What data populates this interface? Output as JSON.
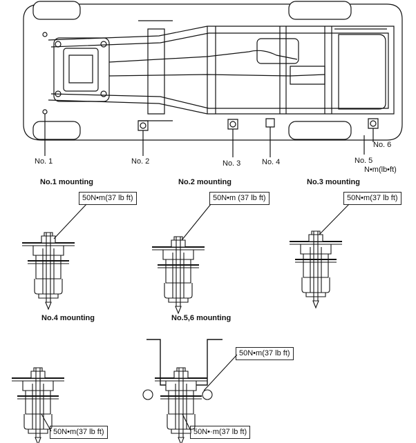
{
  "chassis": {
    "mount_labels": [
      "No. 1",
      "No. 2",
      "No. 3",
      "No. 4",
      "No. 5",
      "No. 6"
    ],
    "units": "N•m(lb•ft)"
  },
  "mountings": [
    {
      "title": "No.1 mounting",
      "torque": "50N•m(37 lb ft)"
    },
    {
      "title": "No.2 mounting",
      "torque": "50N•m (37 lb ft)"
    },
    {
      "title": "No.3 mounting",
      "torque": "50N•m(37 lb ft)"
    },
    {
      "title": "No.4 mounting",
      "torque": "50N•m(37 lb ft)"
    },
    {
      "title": "No.5,6 mounting",
      "torque": "50N•m(37 lb ft)",
      "torque_lower": "50N•·m(37 lb ft)"
    }
  ]
}
